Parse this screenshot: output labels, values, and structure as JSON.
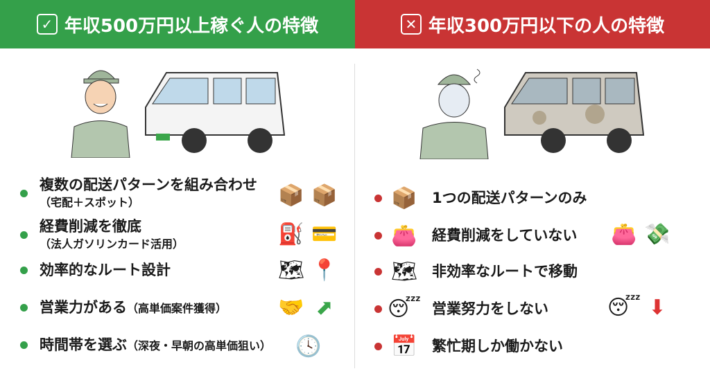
{
  "left": {
    "title": "年収500万円以上稼ぐ人の特徴",
    "accent": "#34a04a",
    "items": [
      {
        "main": "複数の配送パターンを組み合わせ",
        "sub": "（宅配＋スポット）",
        "icons": [
          "box-icon",
          "box-icon"
        ]
      },
      {
        "main": "経費削減を徹底",
        "sub": "（法人ガソリンカード活用）",
        "icons": [
          "fuel-pump-icon",
          "credit-card-icon"
        ]
      },
      {
        "main": "効率的なルート設計",
        "sub": "",
        "icons": [
          "map-icon",
          "route-icon"
        ]
      },
      {
        "main": "営業力がある",
        "sub": "（高単価案件獲得）",
        "icons": [
          "handshake-icon",
          "arrow-up-icon"
        ]
      },
      {
        "main": "時間帯を選ぶ",
        "sub": "（深夜・早朝の高単価狙い）",
        "icons": [
          "clock-icon"
        ]
      }
    ]
  },
  "right": {
    "title": "年収300万円以下の人の特徴",
    "accent": "#c93434",
    "items": [
      {
        "main": "1つの配送パターンのみ",
        "icons": [
          "box-icon"
        ]
      },
      {
        "main": "経費削減をしていない",
        "icons": [
          "wallet-icon",
          "flying-money-icon"
        ]
      },
      {
        "main": "非効率なルートで移動",
        "icons": [
          "messy-map-icon"
        ]
      },
      {
        "main": "営業努力をしない",
        "icons": [
          "sleeping-person-icon",
          "arrow-down-icon"
        ]
      },
      {
        "main": "繁忙期しか働かない",
        "icons": [
          "calendar-icon"
        ]
      }
    ]
  }
}
